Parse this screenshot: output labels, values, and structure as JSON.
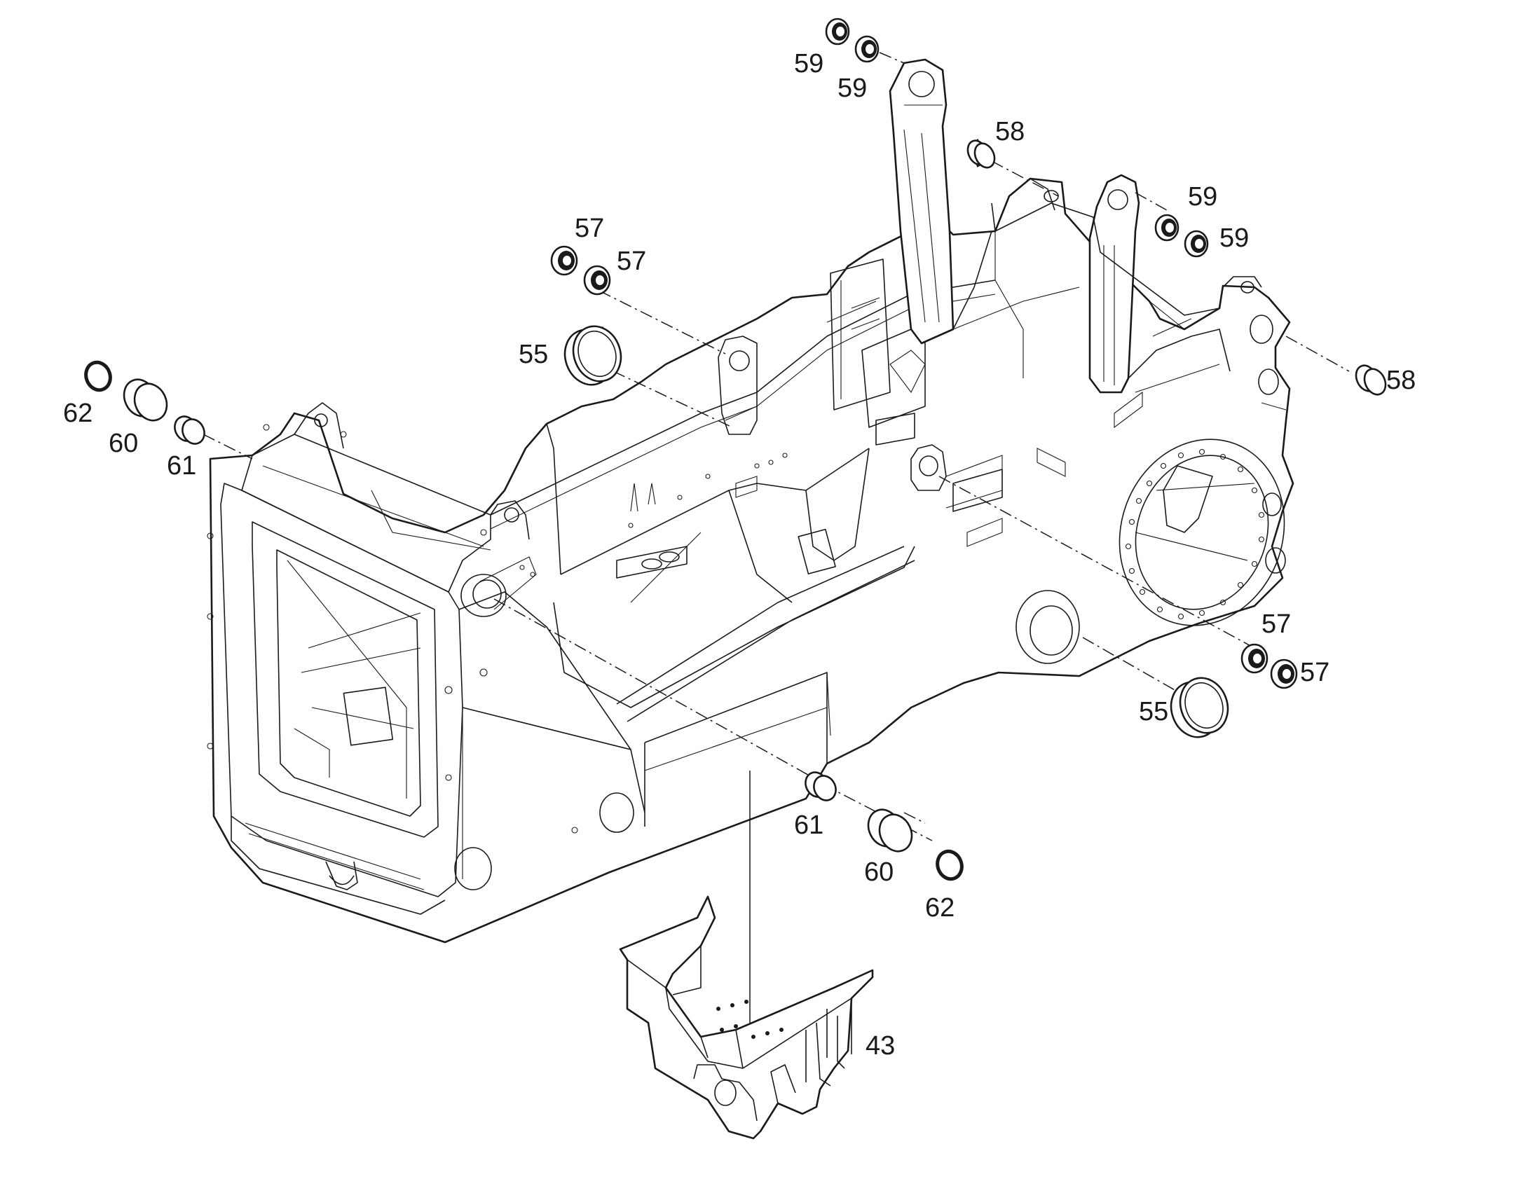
{
  "callouts": [
    {
      "id": "c62a",
      "text": "62"
    },
    {
      "id": "c60a",
      "text": "60"
    },
    {
      "id": "c61a",
      "text": "61"
    },
    {
      "id": "c55a",
      "text": "55"
    },
    {
      "id": "c57a",
      "text": "57"
    },
    {
      "id": "c57b",
      "text": "57"
    },
    {
      "id": "c59a",
      "text": "59"
    },
    {
      "id": "c59b",
      "text": "59"
    },
    {
      "id": "c58a",
      "text": "58"
    },
    {
      "id": "c59c",
      "text": "59"
    },
    {
      "id": "c59d",
      "text": "59"
    },
    {
      "id": "c58b",
      "text": "58"
    },
    {
      "id": "c57c",
      "text": "57"
    },
    {
      "id": "c57d",
      "text": "57"
    },
    {
      "id": "c55b",
      "text": "55"
    },
    {
      "id": "c61b",
      "text": "61"
    },
    {
      "id": "c60b",
      "text": "60"
    },
    {
      "id": "c62b",
      "text": "62"
    },
    {
      "id": "c43",
      "text": "43"
    }
  ]
}
